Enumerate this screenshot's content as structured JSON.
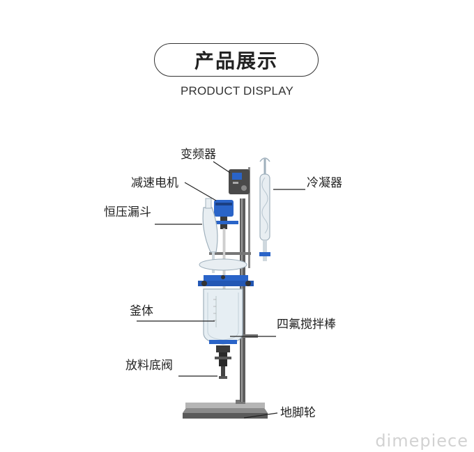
{
  "header": {
    "title": "产品展示",
    "subtitle": "PRODUCT DISPLAY"
  },
  "callouts": {
    "inverter": "变频器",
    "condenser": "冷凝器",
    "reducer_motor": "减速电机",
    "dropping_funnel": "恒压漏斗",
    "vessel_body": "釜体",
    "ptfe_stirrer": "四氟搅拌棒",
    "discharge_valve": "放料底阀",
    "base": "地脚轮"
  },
  "watermark": "dimepiece",
  "colors": {
    "accent_blue": "#2a64c8",
    "text": "#222222",
    "line": "#222222",
    "steel": "#6e6e6e",
    "glass": "#dfe8ee"
  }
}
